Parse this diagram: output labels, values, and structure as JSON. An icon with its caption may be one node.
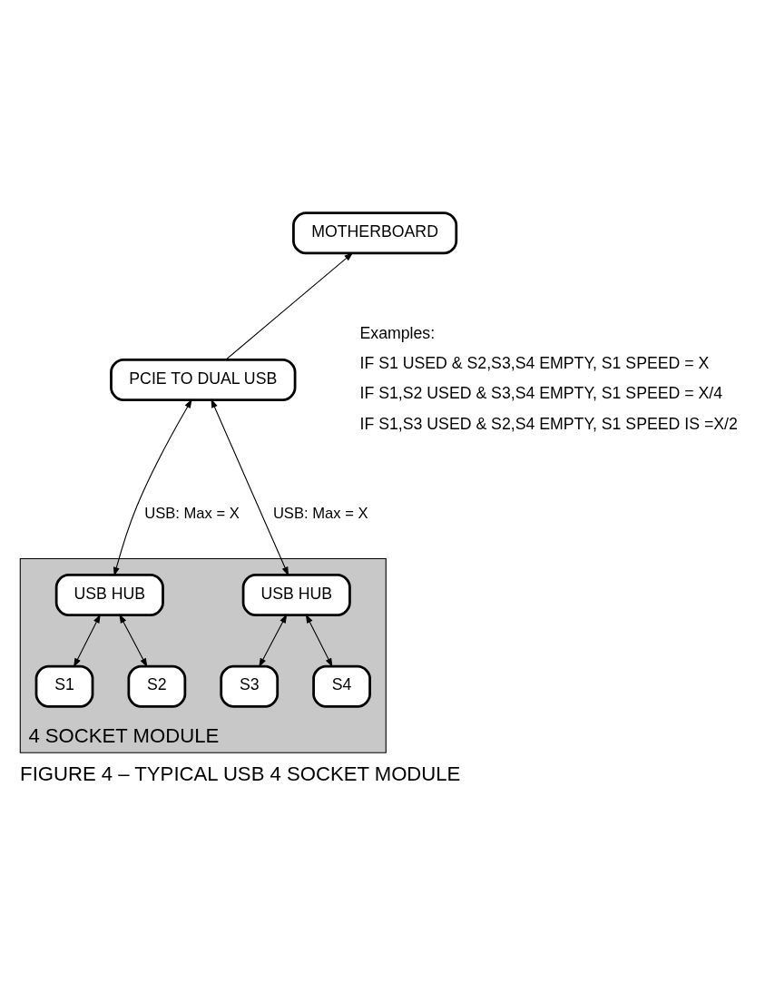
{
  "diagram": {
    "caption": "FIGURE 4 – TYPICAL USB 4 SOCKET MODULE",
    "nodes": [
      {
        "text": [
          "MOTHERBOARD"
        ]
      },
      {
        "text": [
          "PCIE TO DUAL USB"
        ]
      },
      {
        "text": [
          "4 SOCKET MODULE"
        ]
      },
      {
        "text": [
          "USB HUB"
        ],
        "in": 2
      },
      {
        "text": [
          "USB HUB"
        ],
        "in": 2
      },
      {
        "text": [
          "S1"
        ],
        "in": 2
      },
      {
        "text": [
          "S2"
        ],
        "in": 2
      },
      {
        "text": [
          "S3"
        ],
        "in": 2
      },
      {
        "text": [
          "S4"
        ],
        "in": 2
      }
    ],
    "edges": [
      {
        "from": 1,
        "to": 0,
        "arrow": "to"
      },
      {
        "from": 1,
        "to": 3,
        "arrow": "both",
        "label": "USB: Max = X"
      },
      {
        "from": 1,
        "to": 4,
        "arrow": "both",
        "label": "USB: Max = X"
      },
      {
        "from": 3,
        "to": 5,
        "arrow": "both"
      },
      {
        "from": 3,
        "to": 6,
        "arrow": "both"
      },
      {
        "from": 4,
        "to": 7,
        "arrow": "both"
      },
      {
        "from": 4,
        "to": 8,
        "arrow": "both"
      }
    ],
    "labels": [
      "Examples:",
      "IF S1 USED & S2,S3,S4 EMPTY, S1 SPEED = X",
      "IF S1,S2 USED & S3,S4 EMPTY, S1 SPEED = X/4",
      "IF S1,S3 USED & S2,S4 EMPTY, S1 SPEED IS =X/2"
    ]
  }
}
